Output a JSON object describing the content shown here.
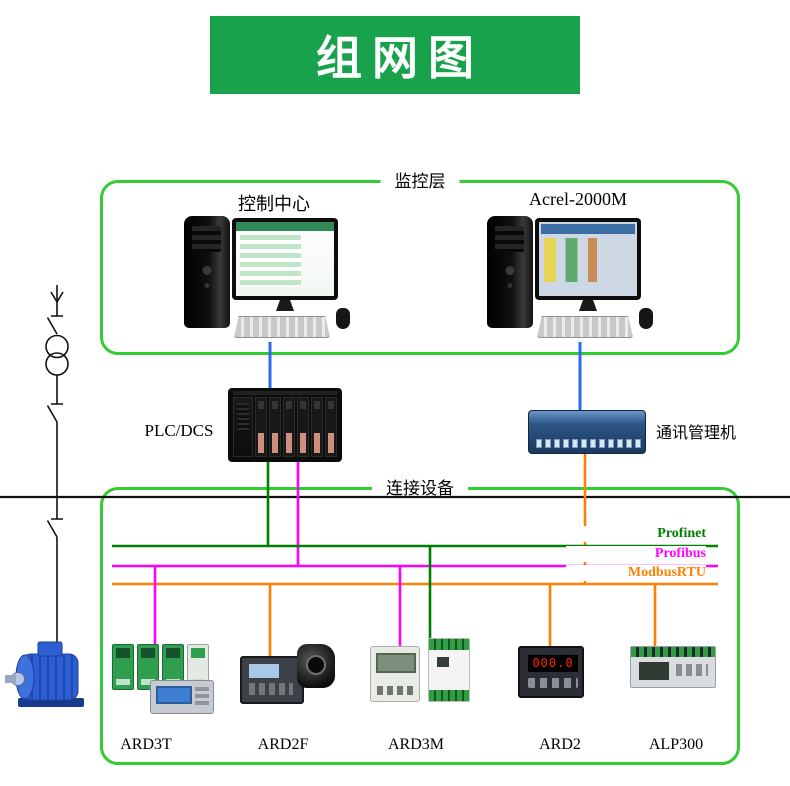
{
  "title": "组网图",
  "colors": {
    "header_bg": "#17A24B",
    "box_border": "#33CC33",
    "computer_link": "#2B6BE8",
    "profinet": "#008000",
    "profibus": "#FF00FF",
    "modbus_rtu": "#FF8000"
  },
  "layers": {
    "monitoring": {
      "label": "监控层",
      "computers": [
        {
          "label": "控制中心"
        },
        {
          "label": "Acrel-2000M"
        }
      ]
    },
    "middle": {
      "plc": {
        "label": "PLC/DCS"
      },
      "gateway": {
        "label": "通讯管理机"
      }
    },
    "devices_layer": {
      "label": "连接设备",
      "buses": [
        {
          "name": "Profinet",
          "color": "#008000"
        },
        {
          "name": "Profibus",
          "color": "#FF00FF"
        },
        {
          "name": "ModbusRTU",
          "color": "#FF8000"
        }
      ],
      "devices": [
        {
          "name": "ARD3T"
        },
        {
          "name": "ARD2F"
        },
        {
          "name": "ARD3M"
        },
        {
          "name": "ARD2",
          "display_value": "000.0"
        },
        {
          "name": "ALP300"
        }
      ]
    }
  }
}
